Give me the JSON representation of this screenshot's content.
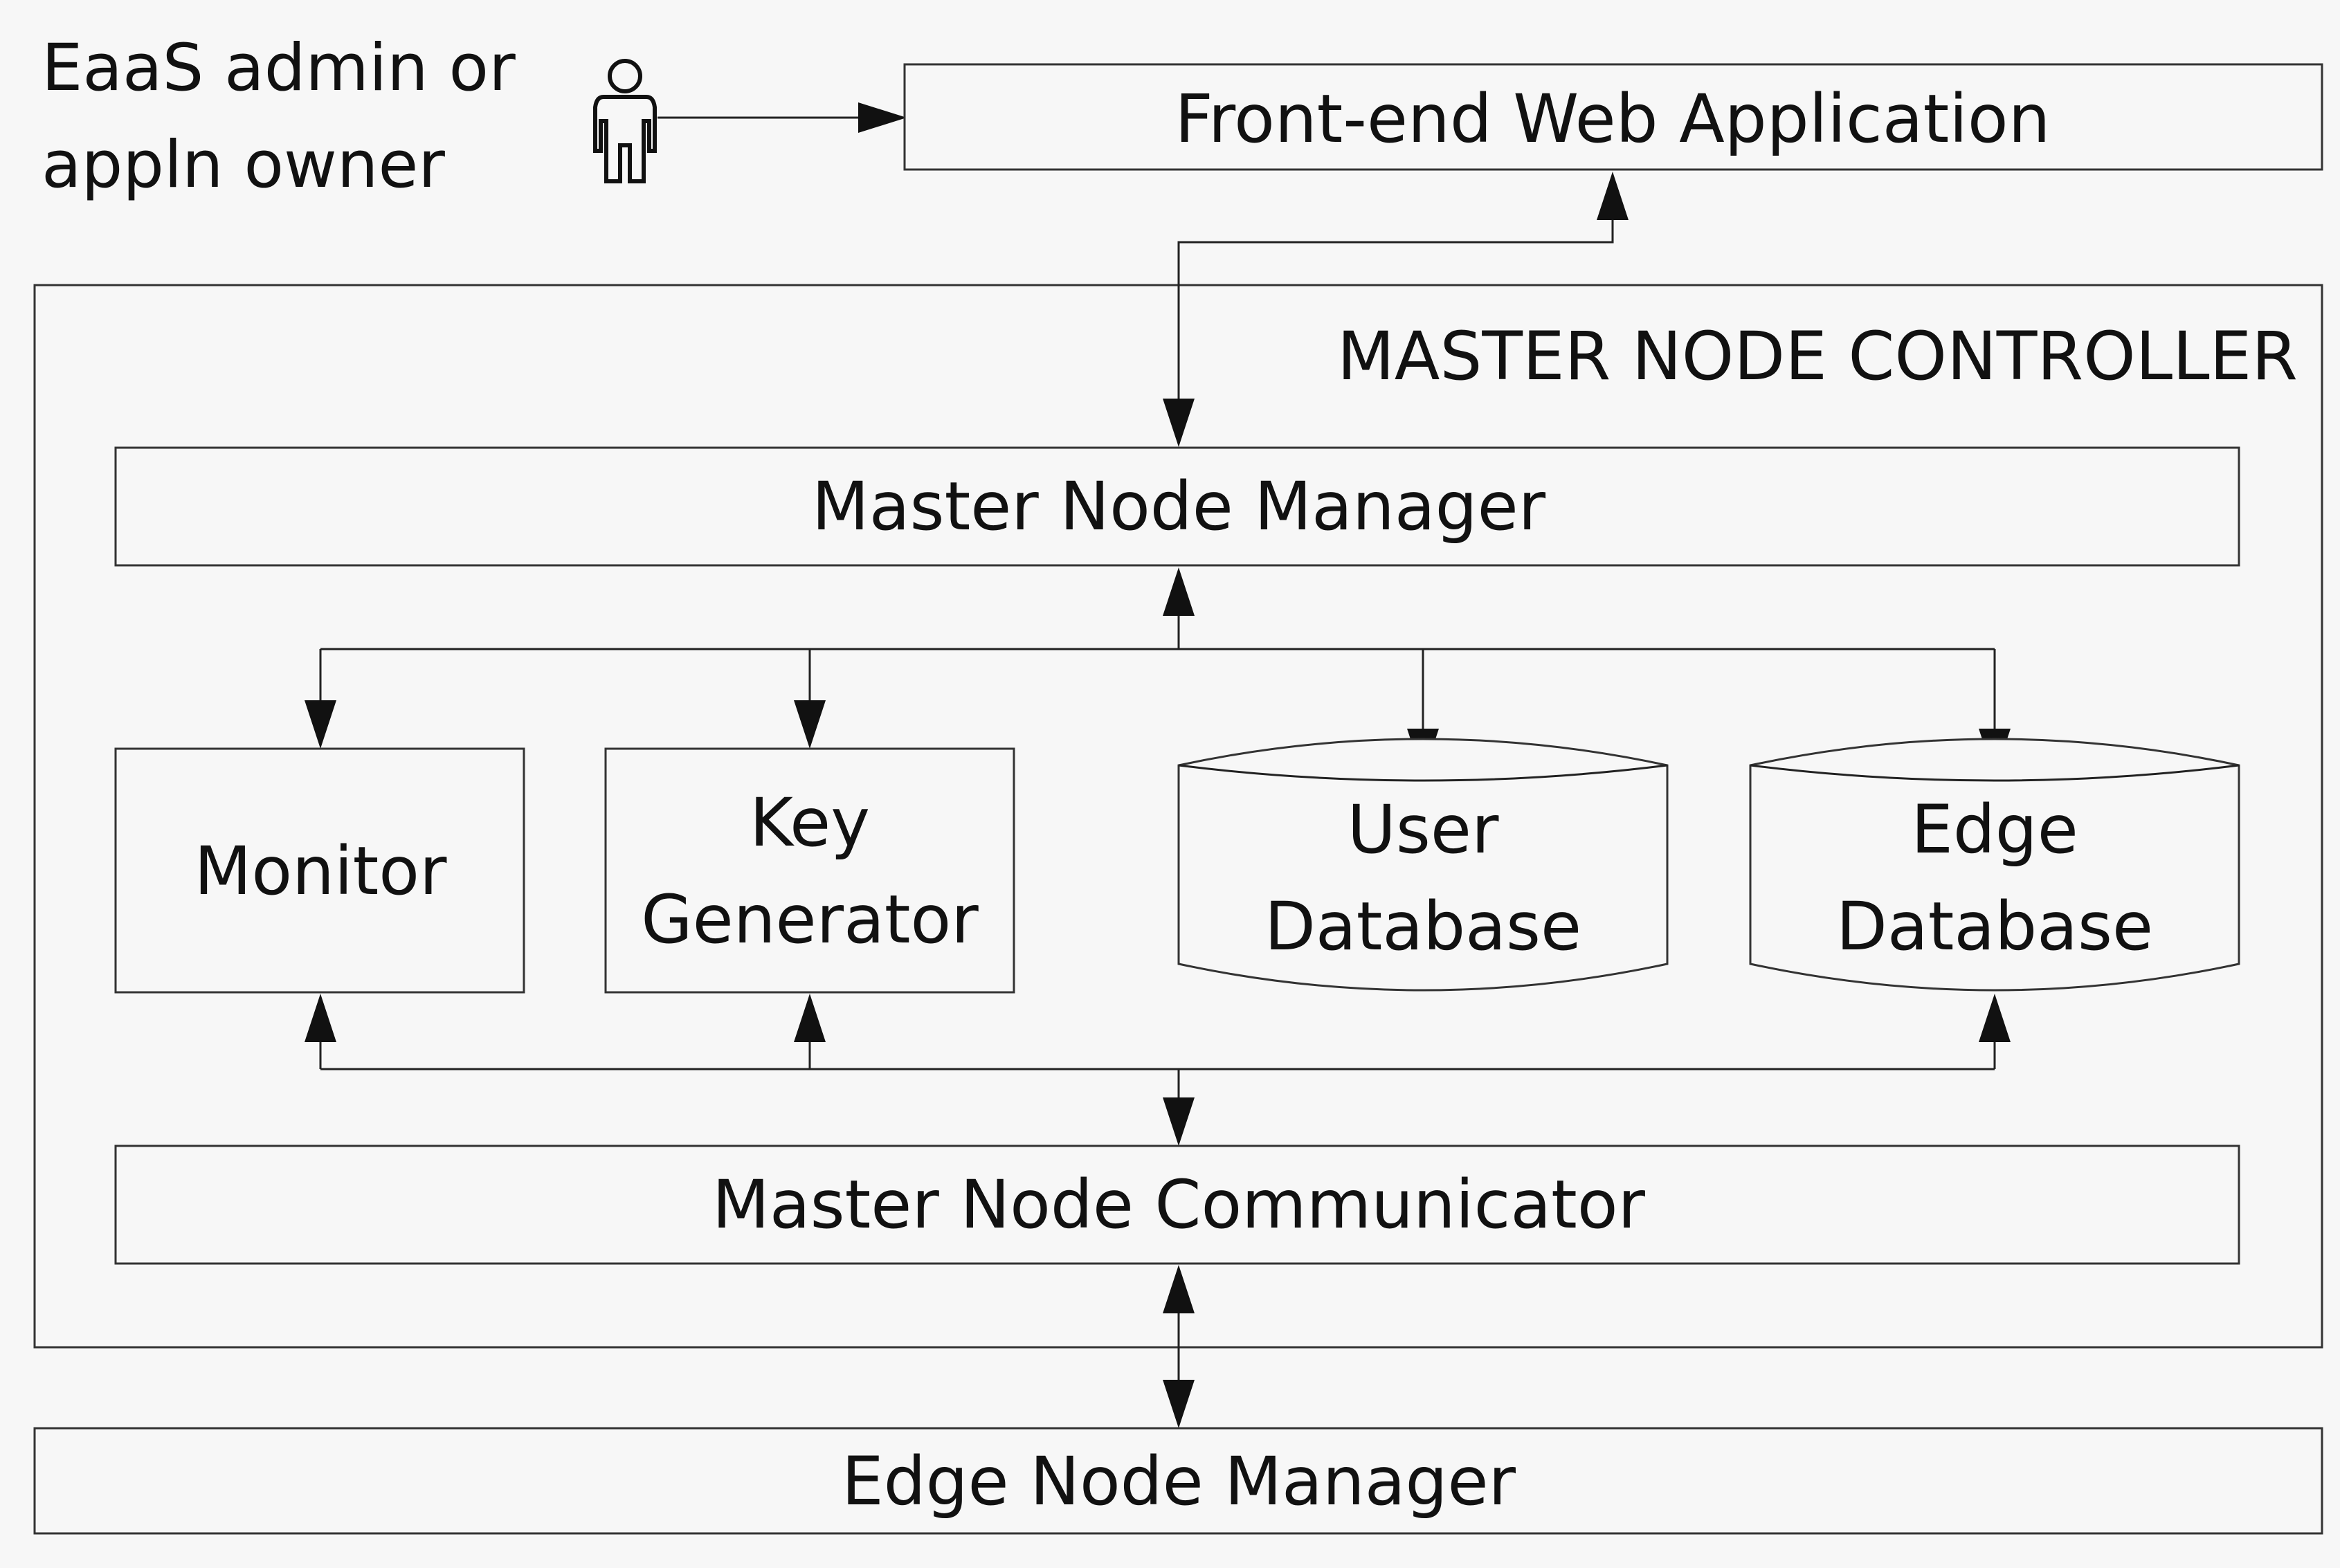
{
  "actor": {
    "label_line1": "EaaS admin or",
    "label_line2": "appln owner",
    "icon": "person-icon"
  },
  "nodes": {
    "frontend": {
      "label": "Front-end Web Application"
    },
    "controller": {
      "title": "MASTER NODE CONTROLLER"
    },
    "manager": {
      "label": "Master Node Manager"
    },
    "monitor": {
      "label": "Monitor"
    },
    "keygen": {
      "line1": "Key",
      "line2": "Generator"
    },
    "userdb": {
      "line1": "User",
      "line2": "Database",
      "shape": "database-cylinder"
    },
    "edgedb": {
      "line1": "Edge",
      "line2": "Database",
      "shape": "database-cylinder"
    },
    "communicator": {
      "label": "Master Node Communicator"
    },
    "edge_manager": {
      "label": "Edge Node Manager"
    }
  },
  "colors": {
    "background": "#f7f7f7",
    "stroke": "#333333",
    "text": "#111111"
  }
}
